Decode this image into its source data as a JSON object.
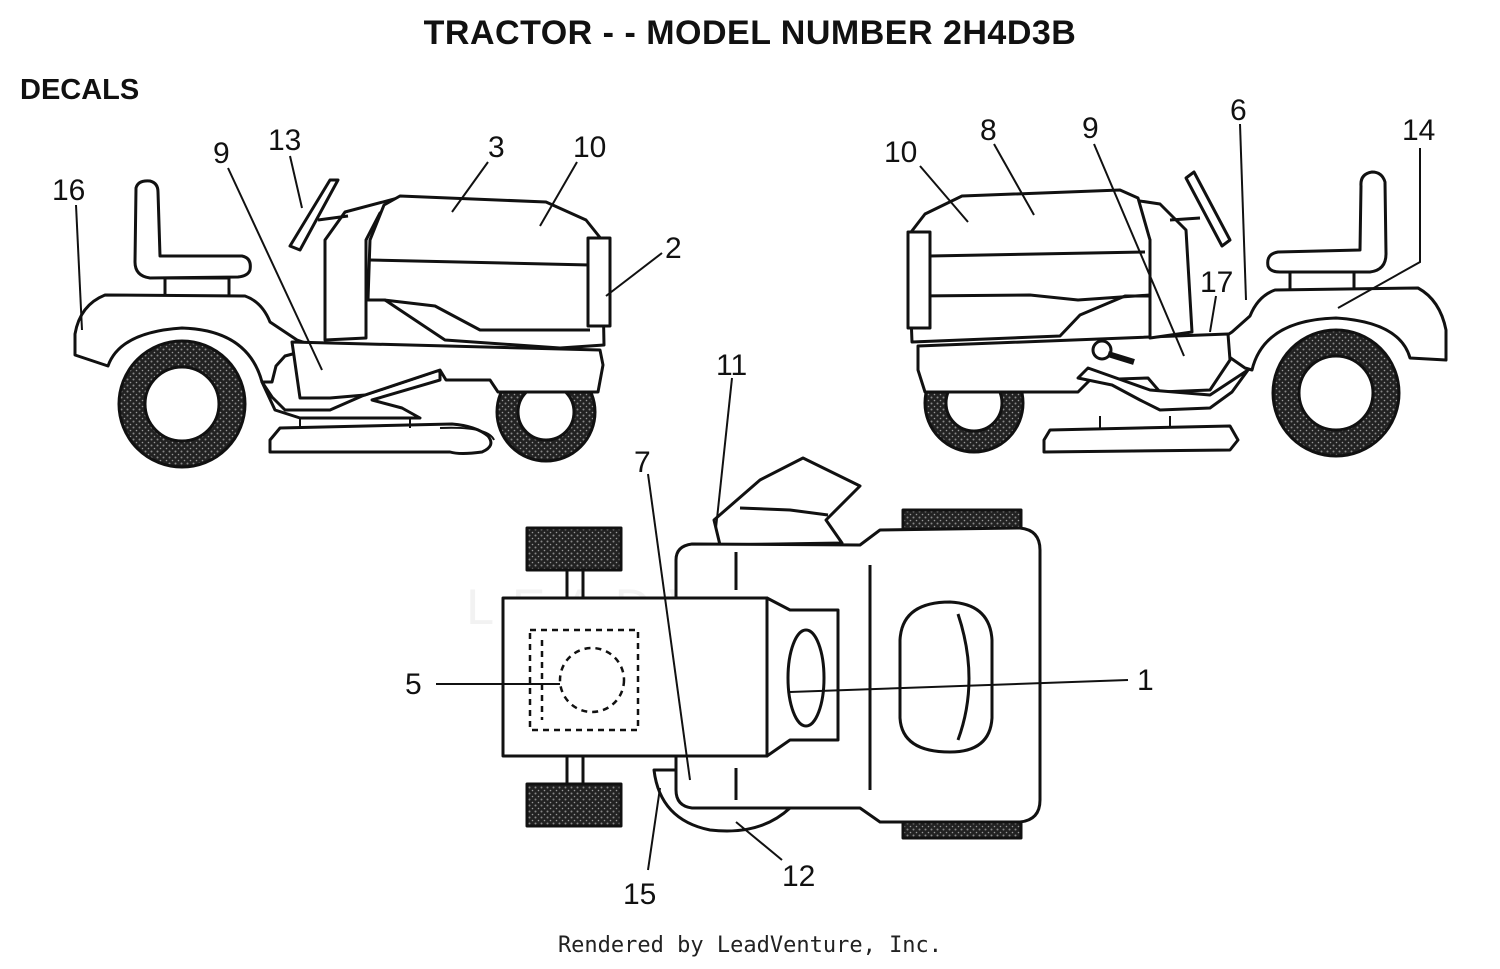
{
  "title": "TRACTOR - - MODEL NUMBER 2H4D3B",
  "section": "DECALS",
  "footer": "Rendered by LeadVenture, Inc.",
  "watermark": "LEADVENTURE",
  "callouts": {
    "left_16": "16",
    "left_9": "9",
    "left_13": "13",
    "left_3": "3",
    "left_10": "10",
    "left_2": "2",
    "right_10": "10",
    "right_8": "8",
    "right_9": "9",
    "right_6": "6",
    "right_14": "14",
    "right_17": "17",
    "top_11": "11",
    "top_7": "7",
    "top_5": "5",
    "top_1": "1",
    "top_15": "15",
    "top_12": "12"
  }
}
